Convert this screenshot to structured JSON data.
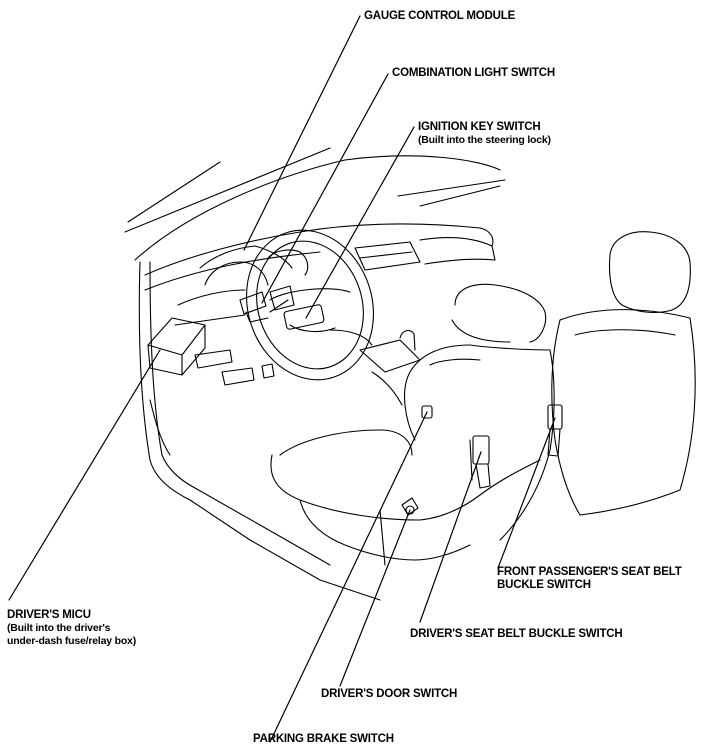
{
  "labels": {
    "gauge_control_module": "GAUGE CONTROL MODULE",
    "combination_light_switch": "COMBINATION LIGHT SWITCH",
    "ignition_key_switch": "IGNITION KEY SWITCH",
    "ignition_key_switch_note": "(Built into the steering lock)",
    "front_passenger_seat_belt_line1": "FRONT PASSENGER'S SEAT BELT",
    "front_passenger_seat_belt_line2": "BUCKLE SWITCH",
    "drivers_micu": "DRIVER'S MICU",
    "drivers_micu_note_line1": "(Built into the driver's",
    "drivers_micu_note_line2": "under-dash fuse/relay box)",
    "drivers_seat_belt_buckle_switch": "DRIVER'S SEAT BELT BUCKLE SWITCH",
    "drivers_door_switch": "DRIVER'S DOOR SWITCH",
    "parking_brake_switch": "PARKING BRAKE SWITCH"
  }
}
